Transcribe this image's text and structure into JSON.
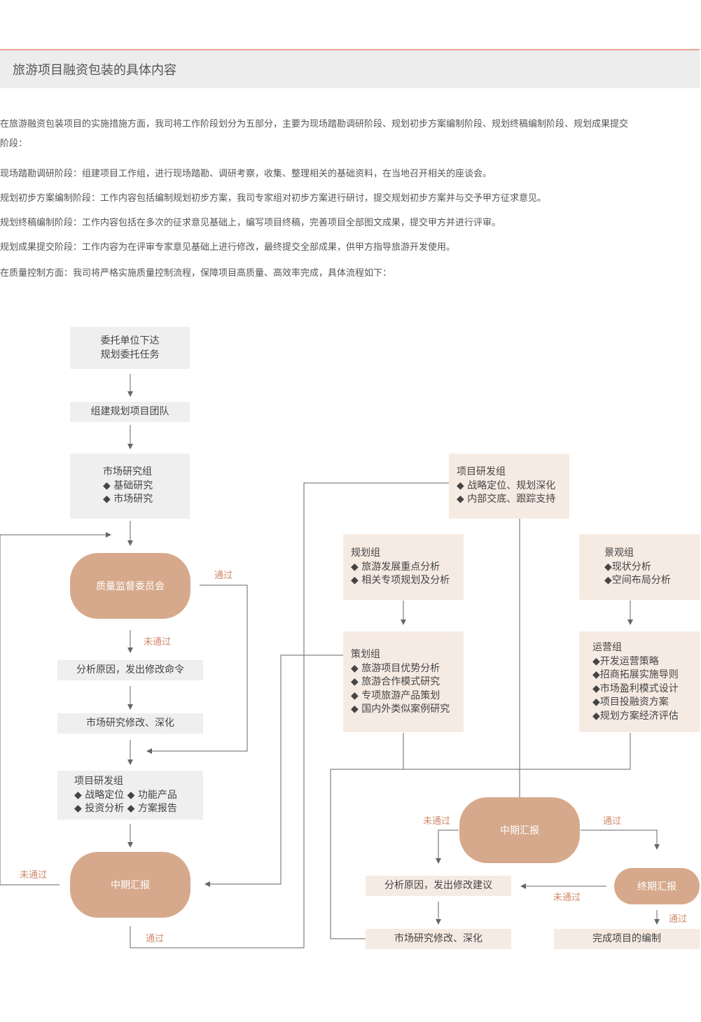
{
  "header": {
    "title": "旅游项目融资包装的具体内容"
  },
  "intro": {
    "para1_line1": "在旅游融资包装项目的实施措施方面，我司将工作阶段划分为五部分，主要为现场踏勘调研阶段、规划初步方案编制阶段、规划终稿编制阶段、规划成果提交",
    "para1_line2": "阶段：",
    "stage1": "现场踏勘调研阶段：组建项目工作组，进行现场踏勘、调研考察，收集、整理相关的基础资料，在当地召开相关的座谈会。",
    "stage2": "规划初步方案编制阶段：工作内容包括编制规划初步方案，我司专家组对初步方案进行研讨，提交规划初步方案并与交予甲方征求意见。",
    "stage3": "规划终稿编制阶段：工作内容包括在多次的征求意见基础上，编写项目终稿，完善项目全部图文成果，提交甲方并进行评审。",
    "stage4": "规划成果提交阶段：工作内容为在评审专家意见基础上进行修改，最终提交全部成果，供甲方指导旅游开发使用。",
    "quality": "在质量控制方面：我司将严格实施质量控制流程，保障项目高质量、高效率完成，具体流程如下："
  },
  "flow": {
    "commission": [
      "委托单位下达",
      "规划委托任务"
    ],
    "team": "组建规划项目团队",
    "market_group": [
      "市场研究组",
      "◆ 基础研究",
      "◆ 市场研究"
    ],
    "quality_committee": "质量监督委员会",
    "analyze_cmd": "分析原因，发出修改命令",
    "market_revise_left": "市场研究修改、深化",
    "rd_group_left": [
      "项目研发组",
      "◆ 战略定位   ◆ 功能产品",
      "◆ 投资分析   ◆ 方案报告"
    ],
    "midterm_left": "中期汇报",
    "rd_group_right": [
      "项目研发组",
      "◆ 战略定位、规划深化",
      "◆ 内部交底、跟踪支持"
    ],
    "planning_group": [
      "规划组",
      "◆ 旅游发展重点分析",
      "◆ 相关专项规划及分析"
    ],
    "landscape_group": [
      "景观组",
      "◆现状分析",
      "◆空间布局分析"
    ],
    "strategy_group": [
      "策划组",
      "◆ 旅游项目优势分析",
      "◆ 旅游合作模式研究",
      "◆ 专项旅游产品策划",
      "◆ 国内外类似案例研究"
    ],
    "operation_group": [
      "运营组",
      "◆开发运营策略",
      "◆招商拓展实施导则",
      "◆市场盈利模式设计",
      "◆项目投融资方案",
      "◆规划方案经济评估"
    ],
    "midterm_right": "中期汇报",
    "analyze_suggest": "分析原因，发出修改建议",
    "final_report": "终期汇报",
    "market_revise_right": "市场研究修改、深化",
    "complete": "完成项目的编制",
    "labels": {
      "pass": "通过",
      "fail": "未通过"
    }
  },
  "colors": {
    "accent": "#d6a98c",
    "label": "#d0896a",
    "box_gray": "#efefef",
    "box_pink": "#f6ebe3",
    "line": "#666666"
  }
}
